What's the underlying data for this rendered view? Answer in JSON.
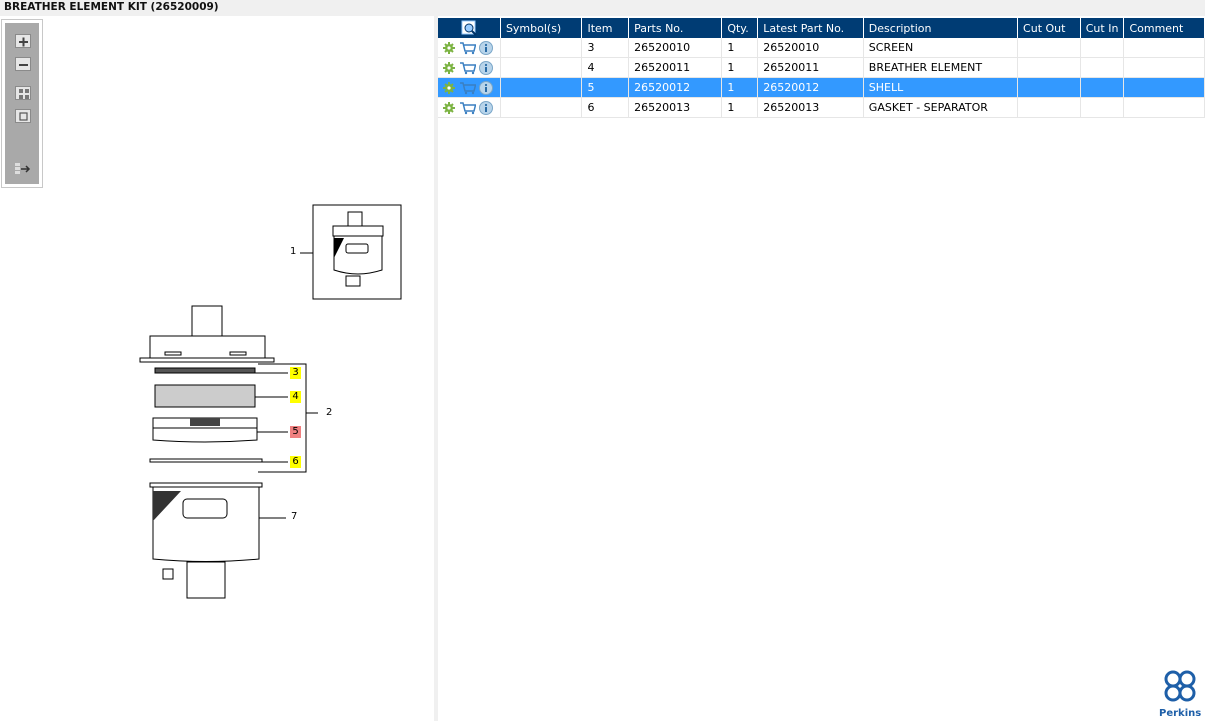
{
  "title": "BREATHER ELEMENT KIT (26520009)",
  "toolbox": {
    "buttons": [
      "zoom-in",
      "zoom-out",
      "fit-all",
      "fit-window",
      "toggle-panel"
    ]
  },
  "diagram": {
    "callouts": [
      "1",
      "2",
      "3",
      "4",
      "5",
      "6",
      "7"
    ],
    "highlighted": [
      {
        "label": "3",
        "color": "#ffff00"
      },
      {
        "label": "4",
        "color": "#ffff00"
      },
      {
        "label": "5",
        "color": "#f08080"
      },
      {
        "label": "6",
        "color": "#ffff00"
      }
    ]
  },
  "table": {
    "columns": [
      "",
      "Symbol(s)",
      "Item",
      "Parts No.",
      "Qty.",
      "Latest Part No.",
      "Description",
      "Cut Out",
      "Cut In",
      "Comment"
    ],
    "rows": [
      {
        "symbols": "",
        "item": "3",
        "parts_no": "26520010",
        "qty": "1",
        "latest": "26520010",
        "desc": "SCREEN",
        "cut_out": "",
        "cut_in": "",
        "comment": "",
        "selected": false
      },
      {
        "symbols": "",
        "item": "4",
        "parts_no": "26520011",
        "qty": "1",
        "latest": "26520011",
        "desc": "BREATHER ELEMENT",
        "cut_out": "",
        "cut_in": "",
        "comment": "",
        "selected": false
      },
      {
        "symbols": "",
        "item": "5",
        "parts_no": "26520012",
        "qty": "1",
        "latest": "26520012",
        "desc": "SHELL",
        "cut_out": "",
        "cut_in": "",
        "comment": "",
        "selected": true
      },
      {
        "symbols": "",
        "item": "6",
        "parts_no": "26520013",
        "qty": "1",
        "latest": "26520013",
        "desc": "GASKET - SEPARATOR",
        "cut_out": "",
        "cut_in": "",
        "comment": "",
        "selected": false
      }
    ]
  },
  "brand": {
    "name": "Perkins",
    "color": "#1e5fa8"
  },
  "colors": {
    "header": "#003c74",
    "selected_row": "#3399ff"
  }
}
